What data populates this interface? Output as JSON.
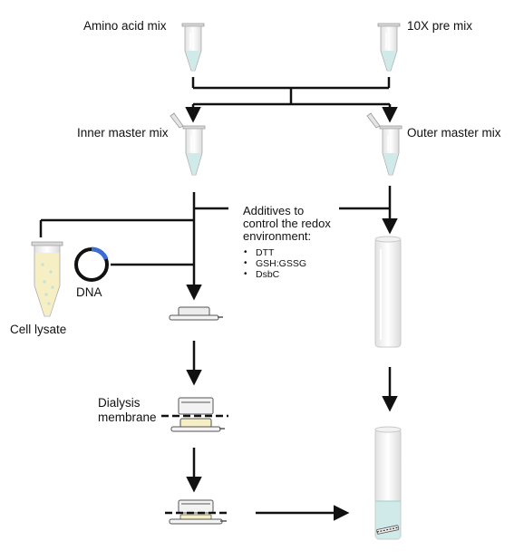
{
  "labels": {
    "amino_acid_mix": "Amino acid mix",
    "pre_mix_10x": "10X pre mix",
    "inner_master_mix": "Inner master mix",
    "outer_master_mix": "Outer master mix",
    "cell_lysate": "Cell lysate",
    "dna": "DNA",
    "dialysis_membrane": "Dialysis\nmembrane"
  },
  "additives": {
    "title": "Additives to\ncontrol the redox\nenvironment:",
    "items": [
      "DTT",
      "GSH:GSSG",
      "DsbC"
    ]
  },
  "colors": {
    "liquid": "#cfeae9",
    "lysate": "#f6efc4",
    "plasmid_ring": "#111111",
    "plasmid_insert": "#3a6fd1",
    "tube_wall": "#c9c9c9"
  }
}
